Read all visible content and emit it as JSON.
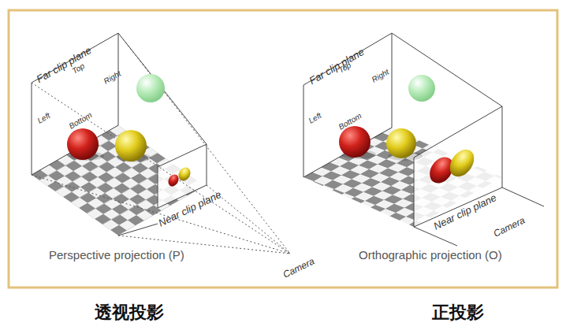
{
  "diagram": {
    "labels": [
      "Far clip plane",
      "Top",
      "Right",
      "Left",
      "Bottom",
      "Near clip plane",
      "Perspective projection (P)",
      "Camera",
      "Far clip plane",
      "Top",
      "Right",
      "Left",
      "Bottom",
      "Near clip plane",
      "Camera",
      "Orthographic projection (O)",
      "透视投影",
      "正投影"
    ]
  }
}
